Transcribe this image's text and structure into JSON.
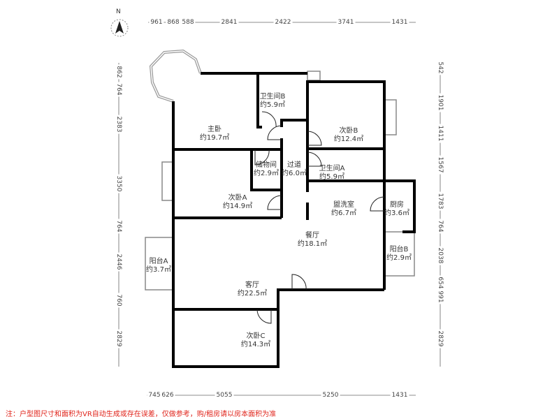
{
  "compass": {
    "label": "N"
  },
  "rooms": [
    {
      "name": "主卧",
      "area": "约19.7㎡"
    },
    {
      "name": "卫生间B",
      "area": "约5.9㎡"
    },
    {
      "name": "次卧B",
      "area": "约12.4㎡"
    },
    {
      "name": "储物间",
      "area": "约2.9㎡"
    },
    {
      "name": "过道",
      "area": "约6.0㎡"
    },
    {
      "name": "卫生间A",
      "area": "约5.9㎡"
    },
    {
      "name": "次卧A",
      "area": "约14.9㎡"
    },
    {
      "name": "盥洗室",
      "area": "约6.7㎡"
    },
    {
      "name": "厨房",
      "area": "约3.6㎡"
    },
    {
      "name": "餐厅",
      "area": "约18.1㎡"
    },
    {
      "name": "阳台B",
      "area": "约2.9㎡"
    },
    {
      "name": "阳台A",
      "area": "约3.7㎡"
    },
    {
      "name": "客厅",
      "area": "约22.5㎡"
    },
    {
      "name": "次卧C",
      "area": "约14.3㎡"
    }
  ],
  "dimensions": {
    "top": [
      "961",
      "868",
      "588",
      "2841",
      "2422",
      "3741",
      "1431"
    ],
    "left": [
      "862",
      "764",
      "2383",
      "3350",
      "764",
      "2446",
      "760",
      "2829"
    ],
    "right": [
      "542",
      "1901",
      "1411",
      "1567",
      "1783",
      "764",
      "2038",
      "654",
      "991",
      "2829"
    ],
    "bottom": [
      "745",
      "626",
      "5055",
      "5250",
      "1431"
    ]
  },
  "disclaimer": "注：户型图尺寸和面积为VR自动生成或存在误差，仅做参考，购/租房请以房本面积为准"
}
